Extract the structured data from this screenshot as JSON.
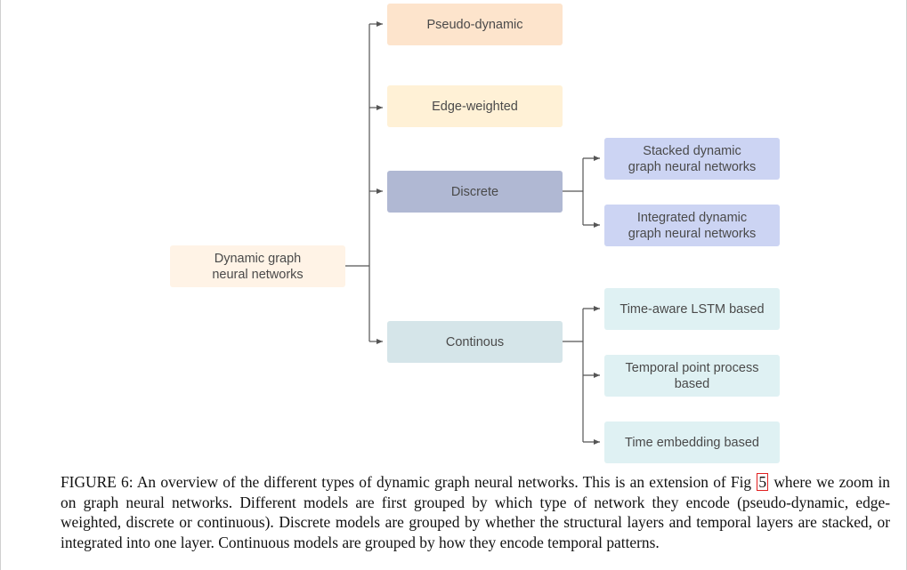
{
  "diagram": {
    "root": {
      "label": "Dynamic graph\nneural networks",
      "color": "#fff3e6"
    },
    "categories": [
      {
        "label": "Pseudo-dynamic",
        "color": "#fde4cc"
      },
      {
        "label": "Edge-weighted",
        "color": "#fff1d6"
      },
      {
        "label": "Discrete",
        "color": "#b0b8d3"
      },
      {
        "label": "Continous",
        "color": "#d5e5e9"
      }
    ],
    "discrete_children": [
      {
        "label": "Stacked dynamic\ngraph neural networks",
        "color": "#ccd4f3"
      },
      {
        "label": "Integrated dynamic\ngraph neural networks",
        "color": "#ccd4f3"
      }
    ],
    "continuous_children": [
      {
        "label": "Time-aware LSTM based",
        "color": "#dff1f3"
      },
      {
        "label": "Temporal point process\nbased",
        "color": "#dff1f3"
      },
      {
        "label": "Time embedding based",
        "color": "#dff1f3"
      }
    ],
    "connector_color": "#555555"
  },
  "caption": {
    "prefix": "FIGURE 6:  An overview of the different types of dynamic graph neural networks. This is an extension of Fig",
    "ref": "5",
    "suffix": "where we zoom in on graph neural networks. Different models are first grouped by which type of network they encode (pseudo-dynamic, edge-weighted, discrete or continuous). Discrete models are grouped by whether the structural layers and temporal layers are stacked, or integrated into one layer. Continuous models are grouped by how they encode temporal patterns.",
    "ref_border_color": "#e02020"
  }
}
